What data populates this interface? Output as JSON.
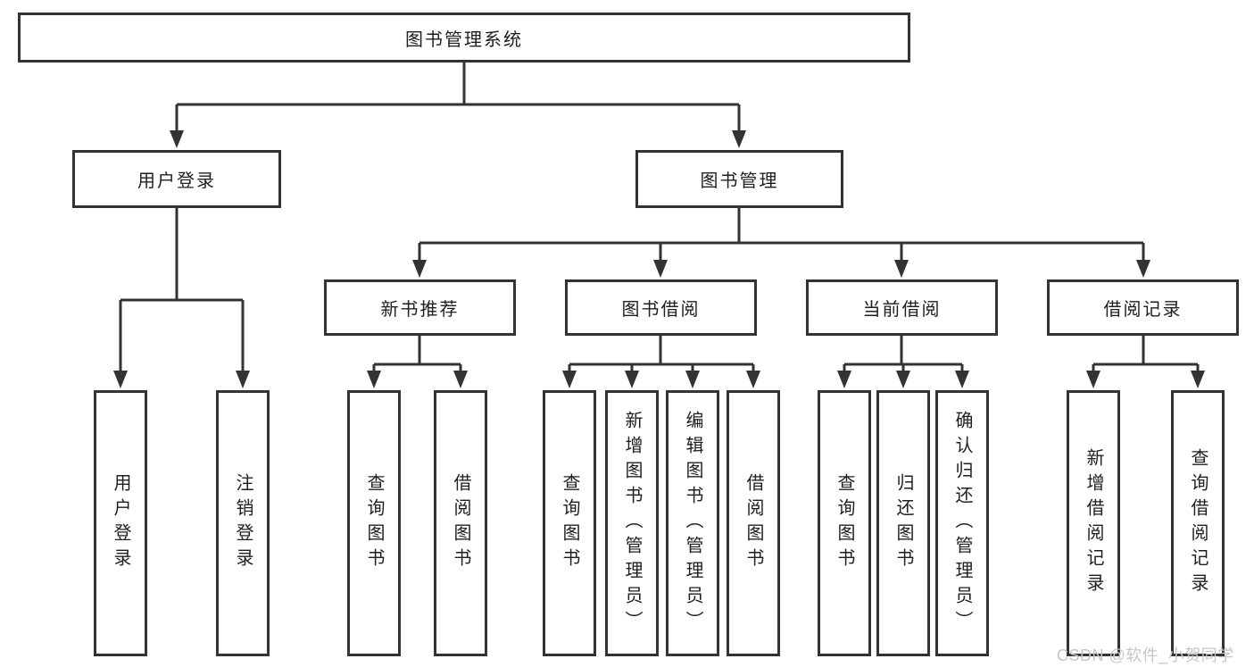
{
  "tree": {
    "root": {
      "label": "图书管理系统"
    },
    "branches": [
      {
        "label": "用户登录",
        "children": [
          {
            "label": "用户登录"
          },
          {
            "label": "注销登录"
          }
        ]
      },
      {
        "label": "图书管理",
        "children": [
          {
            "label": "新书推荐",
            "children": [
              {
                "label": "查询图书"
              },
              {
                "label": "借阅图书"
              }
            ]
          },
          {
            "label": "图书借阅",
            "children": [
              {
                "label": "查询图书"
              },
              {
                "label": "新增图书（管理员）"
              },
              {
                "label": "编辑图书（管理员）"
              },
              {
                "label": "借阅图书"
              }
            ]
          },
          {
            "label": "当前借阅",
            "children": [
              {
                "label": "查询图书"
              },
              {
                "label": "归还图书"
              },
              {
                "label": "确认归还（管理员）"
              }
            ]
          },
          {
            "label": "借阅记录",
            "children": [
              {
                "label": "新增借阅记录"
              },
              {
                "label": "查询借阅记录"
              }
            ]
          }
        ]
      }
    ]
  },
  "watermark": {
    "text": "CSDN @软件_小贺同学"
  },
  "colors": {
    "box_border": "#333333",
    "connector_line": "#333333",
    "text": "#1f1f1f",
    "watermark": "#c6c6c6",
    "background": "#ffffff"
  }
}
